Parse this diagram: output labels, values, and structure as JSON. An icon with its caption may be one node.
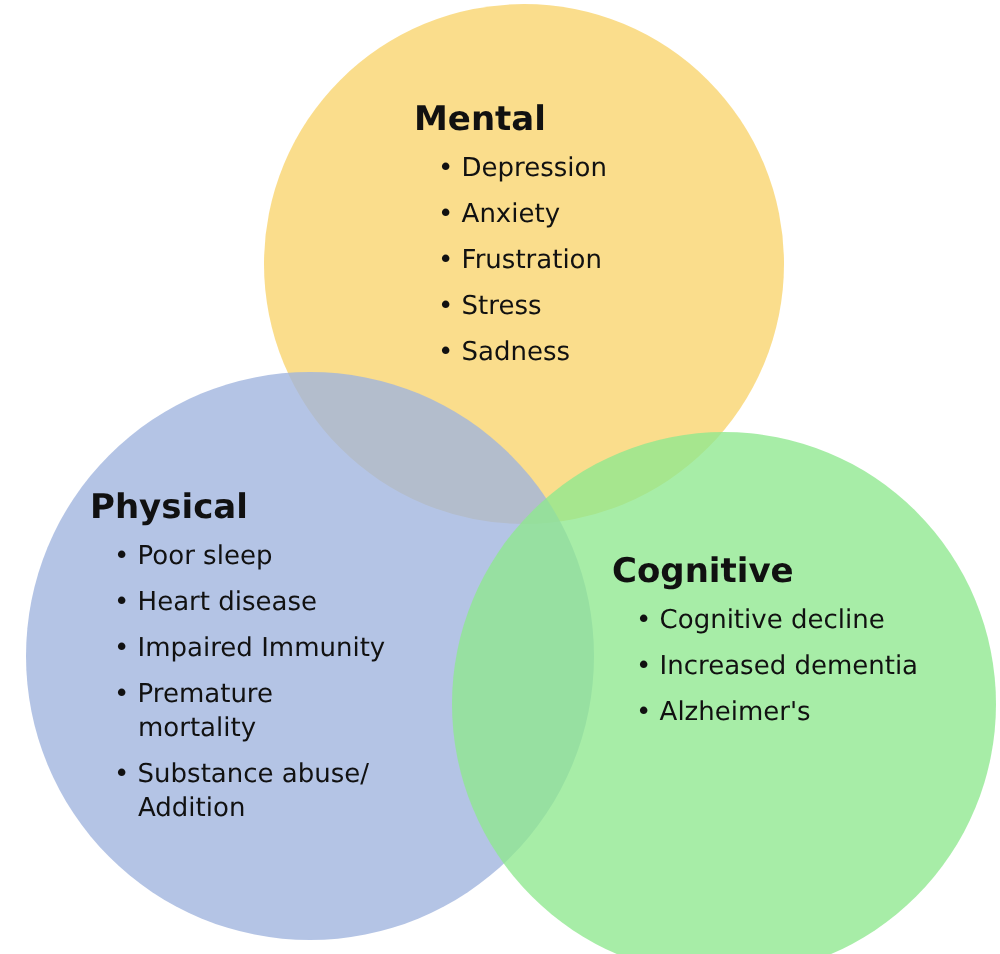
{
  "diagram": {
    "nodes": [
      {
        "text": [
          "Mental",
          "• Depression",
          "• Anxiety",
          "• Frustration",
          "• Stress",
          "• Sadness"
        ]
      },
      {
        "text": [
          "Physical",
          "• Poor sleep",
          "• Heart disease",
          "• Impaired Immunity",
          "• Premature mortality",
          "• Substance abuse/ Addition"
        ]
      },
      {
        "text": [
          "Cognitive",
          "• Cognitive decline",
          "• Increased dementia",
          "• Alzheimer's"
        ]
      }
    ]
  }
}
